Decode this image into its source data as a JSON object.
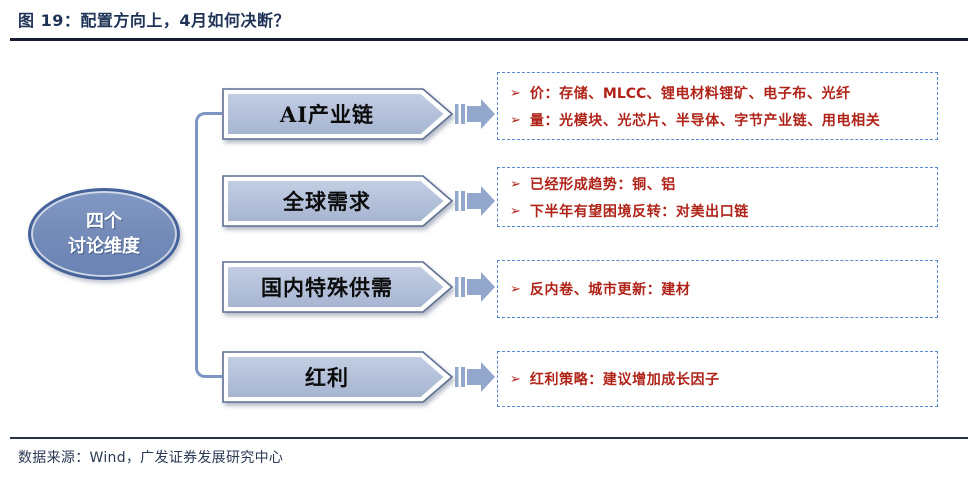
{
  "title": "图 19：配置方向上，4月如何决断？",
  "footer": {
    "source": "数据来源：Wind，广发证券发展研究中心"
  },
  "colors": {
    "title_navy": "#1F3357",
    "rule_dark": "#171C33",
    "hub_fill": "#7289B7",
    "hub_border": "#46629A",
    "connector_blue": "#7E96C4",
    "shape_fill_light": "#C0CBE1",
    "shape_fill_dark": "#A9B7D3",
    "shape_outline": "#5E6F92",
    "dashed_border_blue": "#5588CE",
    "accent_red": "#B02318"
  },
  "diagram": {
    "bullet_glyph": "➢",
    "hub": {
      "line1": "四个",
      "line2": "讨论维度"
    },
    "rows": [
      {
        "label": "AI产业链",
        "bullets": [
          {
            "segments": [
              {
                "text": "价：存储、"
              },
              {
                "text": "MLCC",
                "bold": true
              },
              {
                "text": "、锂电材料锂矿、电子布、光纤"
              }
            ]
          },
          {
            "segments": [
              {
                "text": "量：光模块、光芯片、半导体、字节产业链、用电相关"
              }
            ]
          }
        ]
      },
      {
        "label": "全球需求",
        "bullets": [
          {
            "segments": [
              {
                "text": "已经形成趋势：铜、铝"
              }
            ]
          },
          {
            "segments": [
              {
                "text": "下半年有望困境反转：对美出口链"
              }
            ]
          }
        ]
      },
      {
        "label": "国内特殊供需",
        "bullets": [
          {
            "segments": [
              {
                "text": "反内卷、城市更新：建材"
              }
            ]
          }
        ]
      },
      {
        "label": "红利",
        "bullets": [
          {
            "segments": [
              {
                "text": "红利策略：建议增加成长因子"
              }
            ]
          }
        ]
      }
    ]
  }
}
